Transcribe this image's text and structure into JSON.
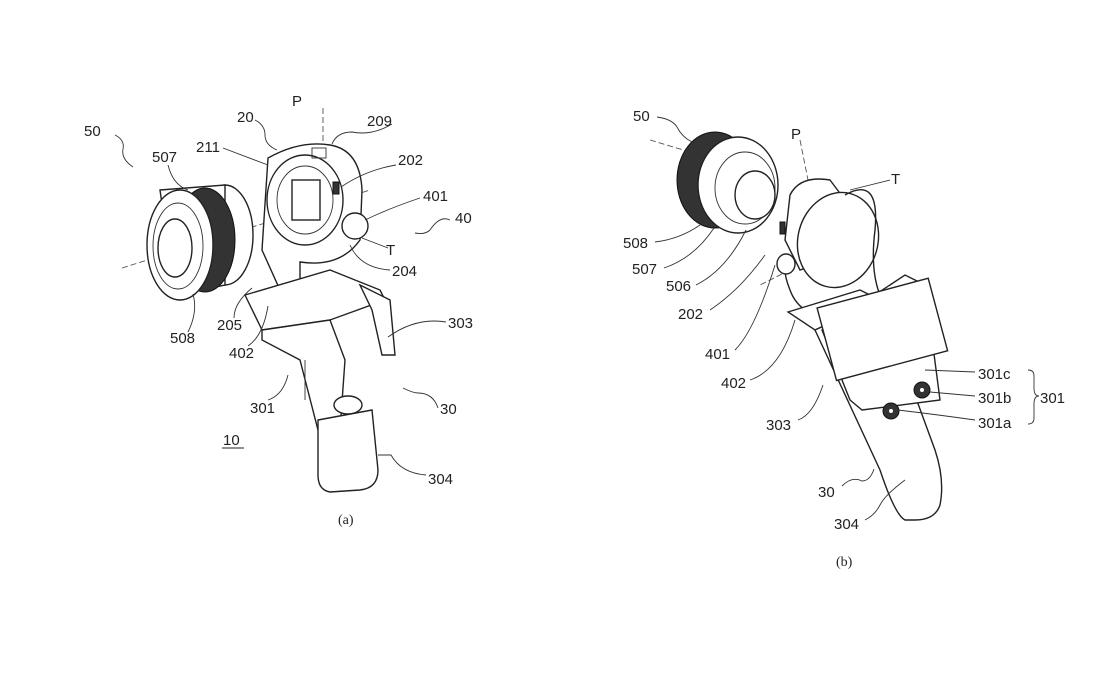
{
  "figure_a": {
    "caption": "(a)",
    "labels": [
      "50",
      "507",
      "20",
      "P",
      "209",
      "211",
      "202",
      "401",
      "40",
      "T",
      "204",
      "205",
      "508",
      "402",
      "303",
      "301",
      "30",
      "10",
      "304"
    ]
  },
  "figure_b": {
    "caption": "(b)",
    "labels": [
      "50",
      "P",
      "T",
      "508",
      "507",
      "506",
      "202",
      "401",
      "402",
      "303",
      "301c",
      "301b",
      "301a",
      "301",
      "30",
      "304"
    ]
  }
}
